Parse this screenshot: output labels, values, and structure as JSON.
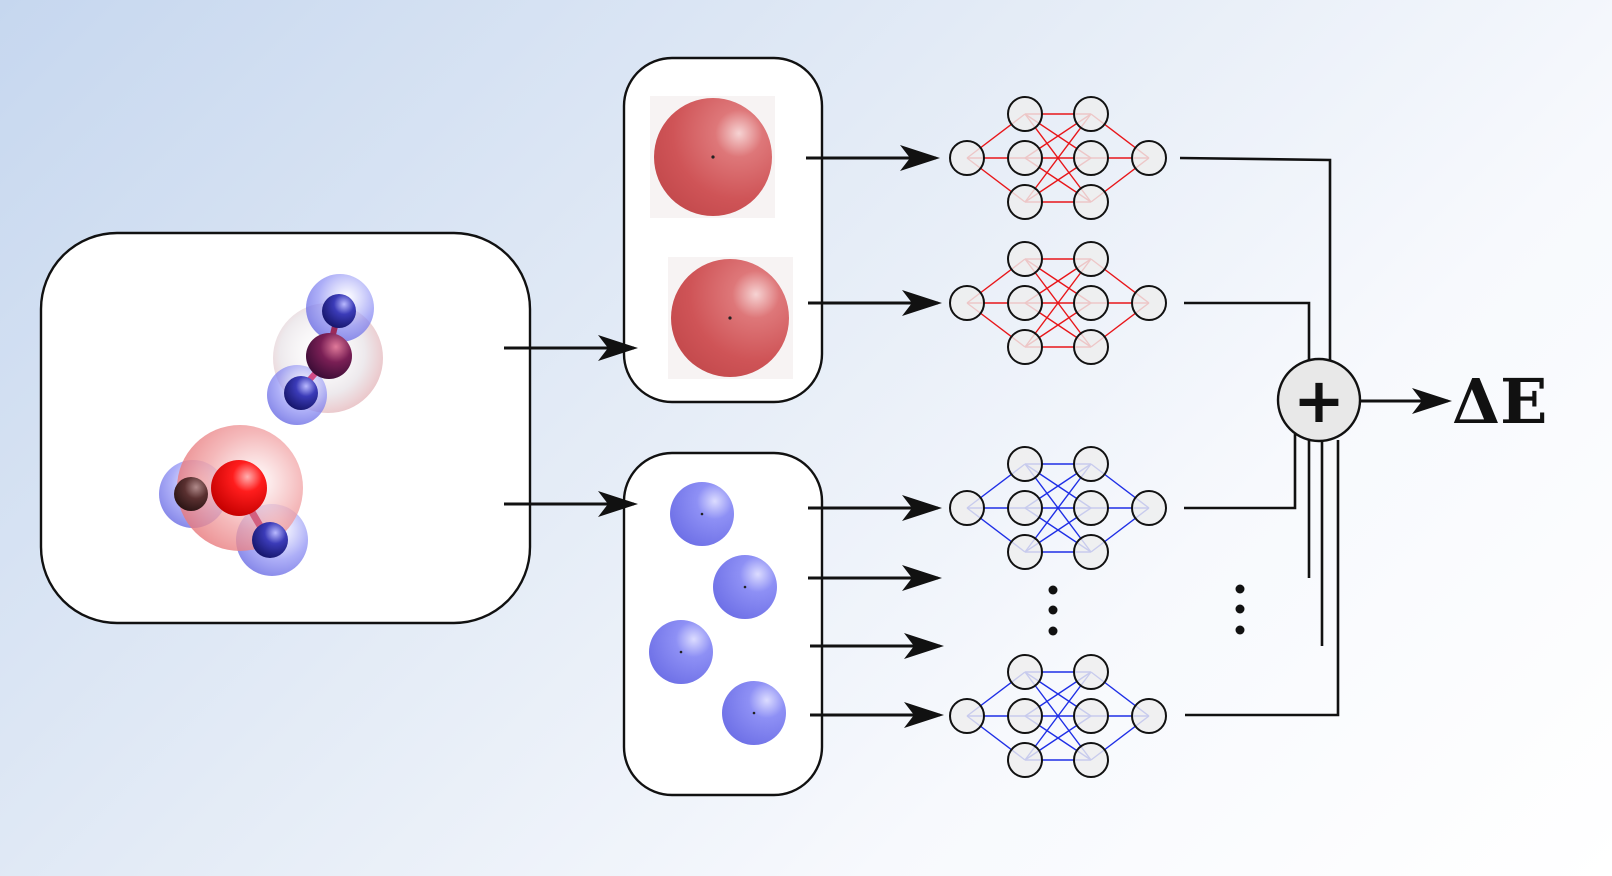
{
  "diagram": {
    "sum_symbol": "+",
    "output_label": "ΔE"
  },
  "colors": {
    "oxygen": "#d44c50",
    "hydrogen": "#7d7ff2",
    "oxygen_net": "#e8161a",
    "hydrogen_net": "#1f2fe6",
    "line": "#111111"
  },
  "network": {
    "layers": [
      1,
      3,
      3,
      1
    ]
  },
  "icons": [
    "molecule-cluster-image",
    "oxygen-atom-sphere",
    "hydrogen-atom-sphere",
    "neural-network-icon",
    "sum-node-icon",
    "vertical-ellipsis-icon"
  ]
}
